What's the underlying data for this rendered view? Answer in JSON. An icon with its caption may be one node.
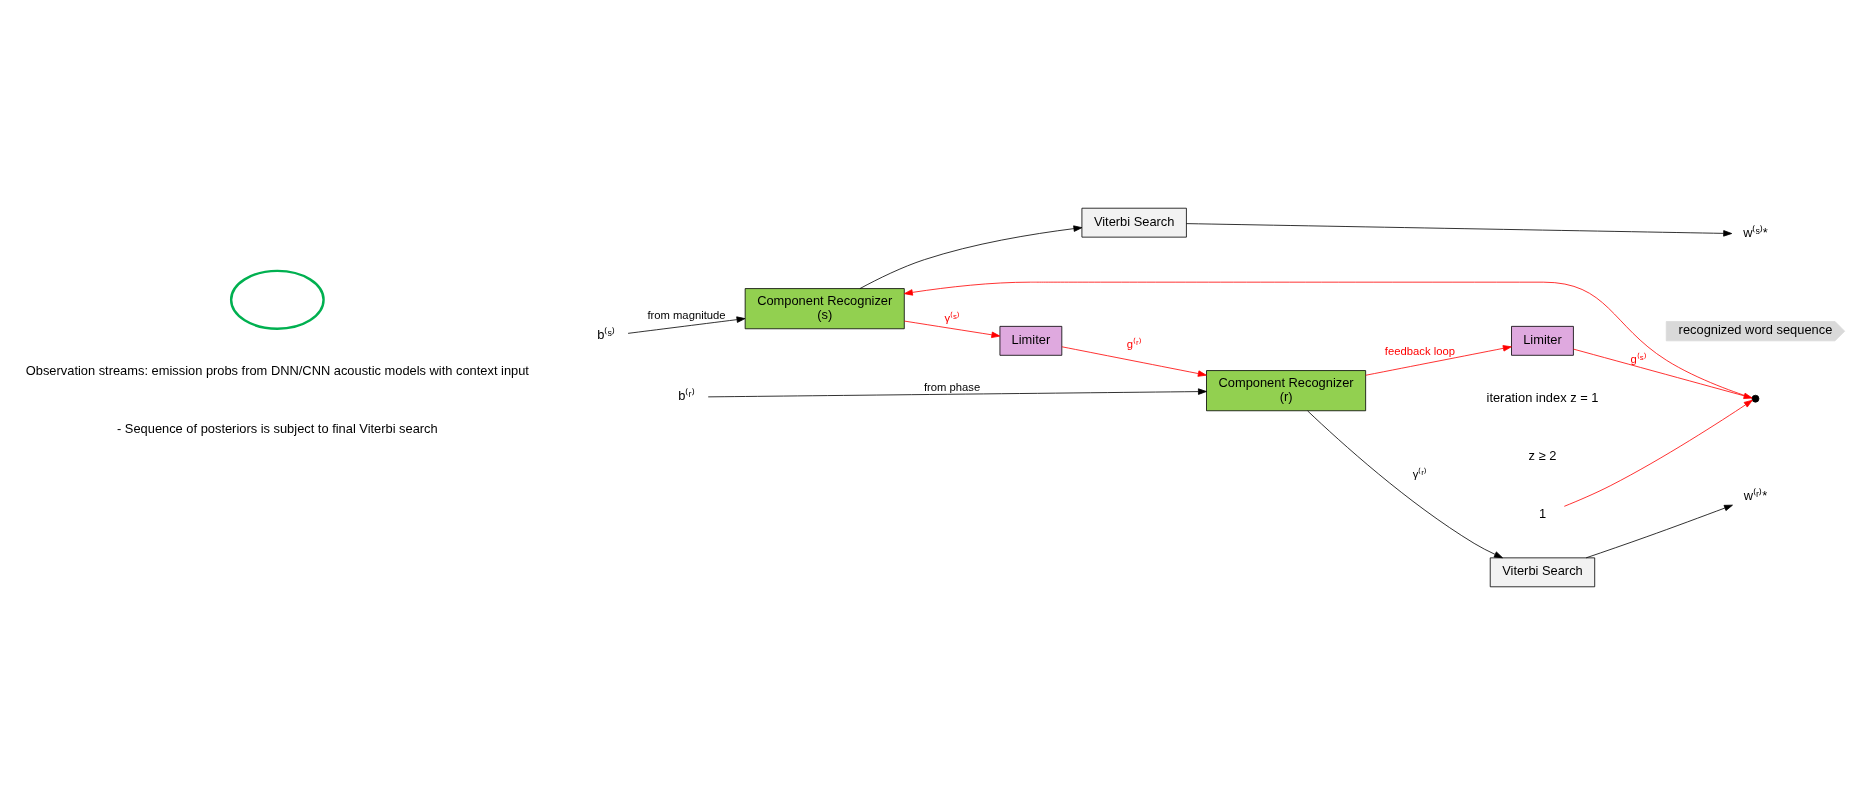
{
  "diagram": {
    "nodes": [
      {
        "text": [
          "b⁽ˢ⁾"
        ]
      },
      {
        "text": [
          "b⁽ʳ⁾"
        ]
      },
      {
        "text": [],
        "shape": "switch",
        "beside": [
          "iteration index z = 1",
          "z ≥ 2"
        ]
      },
      {
        "text": [
          "1"
        ]
      },
      {
        "text": [
          "Limiter"
        ]
      },
      {
        "text": [
          "Component Recognizer",
          "(s)"
        ]
      },
      {
        "text": [
          "Limiter"
        ]
      },
      {
        "text": [
          "Component Recognizer",
          "(r)"
        ]
      },
      {
        "text": [
          "Viterbi Search"
        ]
      },
      {
        "text": [
          "Viterbi Search"
        ]
      },
      {
        "text": [
          "w⁽ˢ⁾*"
        ]
      },
      {
        "text": [
          "w⁽ʳ⁾*"
        ]
      },
      {
        "text": [
          "recognized word sequence"
        ]
      },
      {
        "text": [],
        "shape": "cloud"
      }
    ],
    "edges": [
      {
        "from": 0,
        "to": 5,
        "arrow": "to",
        "label": "from magnitude"
      },
      {
        "from": 1,
        "to": 7,
        "arrow": "to",
        "label": "from phase"
      },
      {
        "from": 3,
        "to": 2,
        "arrow": "to",
        "color": "#ff0000"
      },
      {
        "from": 4,
        "to": 2,
        "arrow": "to",
        "label": "g⁽ˢ⁾",
        "color": "#ff0000"
      },
      {
        "from": 2,
        "to": 5,
        "arrow": "to",
        "color": "#ff0000"
      },
      {
        "from": 5,
        "to": 6,
        "arrow": "to",
        "label": "γ⁽ˢ⁾",
        "color": "#ff0000"
      },
      {
        "from": 5,
        "to": 8,
        "arrow": "to"
      },
      {
        "from": 6,
        "to": 7,
        "arrow": "to",
        "label": "g⁽ʳ⁾",
        "color": "#ff0000"
      },
      {
        "from": 7,
        "to": 4,
        "arrow": "to",
        "label": "feedback loop",
        "color": "#ff0000"
      },
      {
        "from": 7,
        "to": 9,
        "arrow": "to",
        "label": "γ⁽ʳ⁾"
      },
      {
        "from": 8,
        "to": 10,
        "arrow": "to"
      },
      {
        "from": 9,
        "to": 11,
        "arrow": "to"
      }
    ],
    "labels": [
      "- Sequence of posteriors is subject to final Viterbi search",
      "Observation streams: emission probs from DNN/CNN acoustic models with context input"
    ]
  }
}
